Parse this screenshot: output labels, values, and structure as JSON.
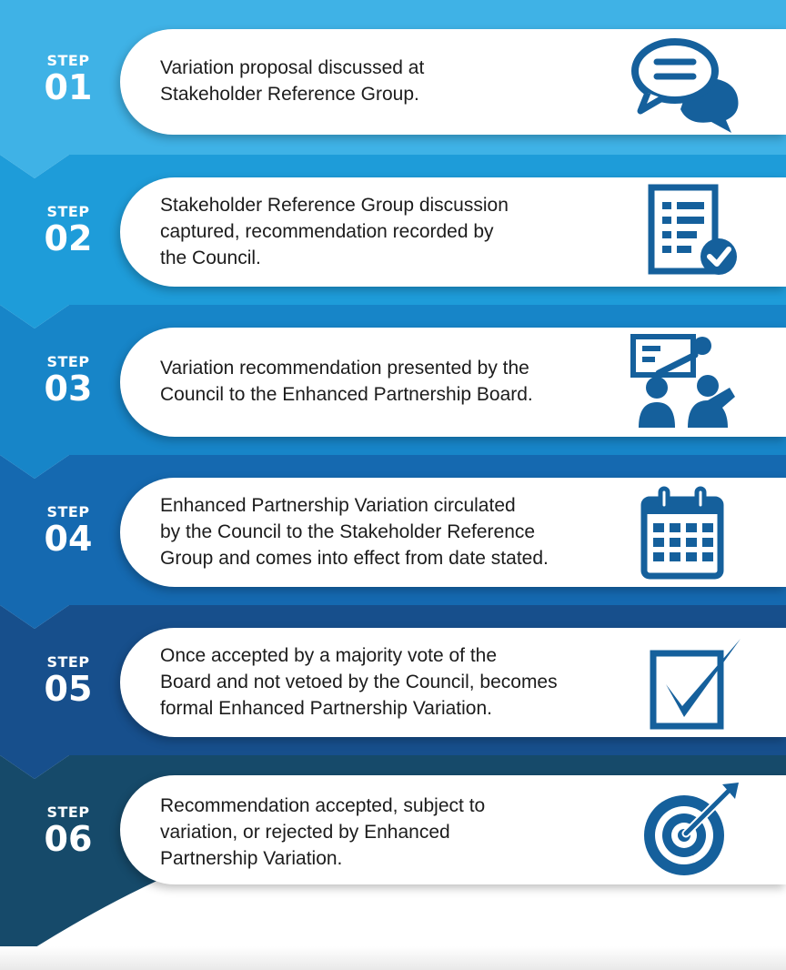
{
  "colors": {
    "step_1": "#3fb2e6",
    "step_2": "#1e9cd9",
    "step_3": "#1785c8",
    "step_4": "#1569b0",
    "step_5": "#174f8c",
    "step_6": "#164a6a",
    "icon": "#15609c"
  },
  "steps": [
    {
      "label": "STEP",
      "number": "01",
      "text": [
        "Variation proposal discussed at",
        "Stakeholder Reference Group."
      ],
      "icon": "speech-bubbles-icon"
    },
    {
      "label": "STEP",
      "number": "02",
      "text": [
        "Stakeholder Reference Group discussion",
        "captured, recommendation recorded by",
        "the Council."
      ],
      "icon": "checklist-document-icon"
    },
    {
      "label": "STEP",
      "number": "03",
      "text": [
        "Variation recommendation presented by the",
        "Council to the Enhanced Partnership Board."
      ],
      "icon": "presentation-meeting-icon"
    },
    {
      "label": "STEP",
      "number": "04",
      "text": [
        "Enhanced Partnership Variation circulated",
        "by the Council to the Stakeholder Reference",
        "Group and comes into effect from date stated."
      ],
      "icon": "calendar-icon"
    },
    {
      "label": "STEP",
      "number": "05",
      "text": [
        "Once accepted by a majority vote of the",
        "Board and not vetoed by the Council, becomes",
        "formal Enhanced Partnership Variation."
      ],
      "icon": "checkbox-tick-icon"
    },
    {
      "label": "STEP",
      "number": "06",
      "text": [
        "Recommendation accepted, subject to",
        "variation, or rejected by Enhanced",
        "Partnership Variation."
      ],
      "icon": "target-arrow-icon"
    }
  ]
}
